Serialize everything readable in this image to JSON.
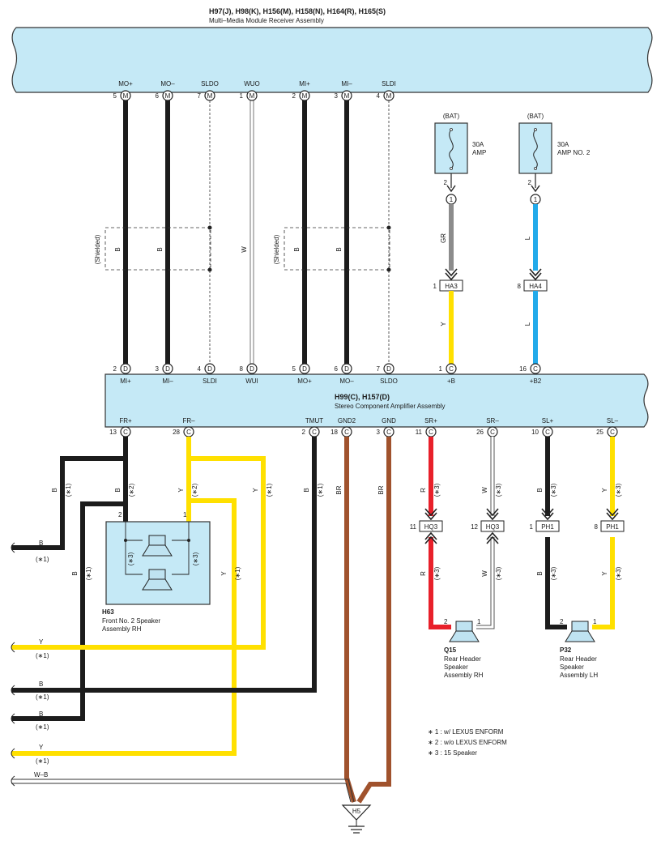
{
  "colors": {
    "module_fill": "#c5e9f6",
    "black_wire": "#1c1c1c",
    "yellow_wire": "#ffe000",
    "gray_wire": "#8c8c8c",
    "blue_wire": "#22aaea",
    "red_wire": "#e8202a",
    "brown_wire": "#a0522d",
    "white_wire": "#ffffff",
    "outline": "#333333"
  },
  "receiver": {
    "codes": "H97(J), H98(K), H156(M), H158(N), H164(R), H165(S)",
    "name": "Multi–Media Module Receiver Assembly",
    "pins": [
      {
        "signal": "MO+",
        "pin": "5",
        "conn": "M"
      },
      {
        "signal": "MO–",
        "pin": "6",
        "conn": "M"
      },
      {
        "signal": "SLDO",
        "pin": "7",
        "conn": "M"
      },
      {
        "signal": "WUO",
        "pin": "1",
        "conn": "M"
      },
      {
        "signal": "MI+",
        "pin": "2",
        "conn": "M"
      },
      {
        "signal": "MI–",
        "pin": "3",
        "conn": "M"
      },
      {
        "signal": "SLDI",
        "pin": "4",
        "conn": "M"
      }
    ]
  },
  "shielded_label": "(Shielded)",
  "mid_wire_labels": [
    "B",
    "B",
    "W",
    "B",
    "B"
  ],
  "fuses": [
    {
      "source": "(BAT)",
      "rating": "30A",
      "name": "AMP",
      "pin": "2",
      "junction": "1",
      "wire": "GR",
      "conn_pin": "1",
      "conn": "HA3",
      "wire2": "Y"
    },
    {
      "source": "(BAT)",
      "rating": "30A",
      "name": "AMP NO. 2",
      "pin": "2",
      "junction": "1",
      "wire": "L",
      "conn_pin": "8",
      "conn": "HA4",
      "wire2": "L"
    }
  ],
  "amplifier": {
    "codes": "H99(C), H157(D)",
    "name": "Stereo Component Amplifier Assembly",
    "top_pins": [
      {
        "signal": "MI+",
        "pin": "2",
        "conn": "D"
      },
      {
        "signal": "MI–",
        "pin": "3",
        "conn": "D"
      },
      {
        "signal": "SLDI",
        "pin": "4",
        "conn": "D"
      },
      {
        "signal": "WUI",
        "pin": "8",
        "conn": "D"
      },
      {
        "signal": "MO+",
        "pin": "5",
        "conn": "D"
      },
      {
        "signal": "MO–",
        "pin": "6",
        "conn": "D"
      },
      {
        "signal": "SLDO",
        "pin": "7",
        "conn": "D"
      },
      {
        "signal": "+B",
        "pin": "1",
        "conn": "C"
      },
      {
        "signal": "+B2",
        "pin": "16",
        "conn": "C"
      }
    ],
    "bottom_pins": [
      {
        "signal": "FR+",
        "pin": "13",
        "conn": "C"
      },
      {
        "signal": "FR–",
        "pin": "28",
        "conn": "C"
      },
      {
        "signal": "TMUT",
        "pin": "2",
        "conn": "C"
      },
      {
        "signal": "GND2",
        "pin": "18",
        "conn": "C"
      },
      {
        "signal": "GND",
        "pin": "3",
        "conn": "C"
      },
      {
        "signal": "SR+",
        "pin": "11",
        "conn": "C"
      },
      {
        "signal": "SR–",
        "pin": "26",
        "conn": "C"
      },
      {
        "signal": "SL+",
        "pin": "10",
        "conn": "C"
      },
      {
        "signal": "SL–",
        "pin": "25",
        "conn": "C"
      }
    ]
  },
  "front_speaker": {
    "code": "H63",
    "name_line1": "Front No.  2 Speaker",
    "name_line2": "Assembly RH",
    "pin_left": "2",
    "pin_right": "1",
    "note": "(∗3)"
  },
  "rear_rh": {
    "code": "Q15",
    "name_line1": "Rear Header",
    "name_line2": "Speaker",
    "name_line3": "Assembly RH",
    "pin_left": "2",
    "pin_right": "1"
  },
  "rear_lh": {
    "code": "P32",
    "name_line1": "Rear Header",
    "name_line2": "Speaker",
    "name_line3": "Assembly LH",
    "pin_left": "2",
    "pin_right": "1"
  },
  "mid_connectors": [
    {
      "pin": "11",
      "name": "HQ3"
    },
    {
      "pin": "12",
      "name": "HQ3"
    },
    {
      "pin": "1",
      "name": "PH1"
    },
    {
      "pin": "8",
      "name": "PH1"
    }
  ],
  "lower_wire_labels": {
    "fr_plus_b": "B",
    "fr_plus_note1": "(∗1)",
    "fr_plus_b2": "B",
    "fr_plus_note2": "(∗2)",
    "fr_minus_y": "Y",
    "fr_minus_note2": "(∗2)",
    "fr_minus_y2": "Y",
    "fr_minus_note1": "(∗1)",
    "tmut_b": "B",
    "tmut_note": "(∗1)",
    "gnd2_br": "BR",
    "gnd_br": "BR",
    "sr_plus_r": "R",
    "sr_minus_w": "W",
    "sl_plus_b": "B",
    "sl_minus_y": "Y",
    "note3": "(∗3)",
    "left_b": "B",
    "left_note1": "(∗1)",
    "right_y": "Y",
    "right_note1": "(∗1)"
  },
  "left_edge_wires": [
    {
      "color": "B",
      "note": "(∗1)"
    },
    {
      "color": "Y",
      "note": "(∗1)"
    },
    {
      "color": "B",
      "note": "(∗1)"
    },
    {
      "color": "B",
      "note": "(∗1)"
    },
    {
      "color": "Y",
      "note": "(∗1)"
    },
    {
      "color": "W–B",
      "note": ""
    }
  ],
  "ground": {
    "code": "H5"
  },
  "notes": [
    "∗ 1 : w/ LEXUS ENFORM",
    "∗ 2 : w/o LEXUS ENFORM",
    "∗ 3 : 15 Speaker"
  ]
}
